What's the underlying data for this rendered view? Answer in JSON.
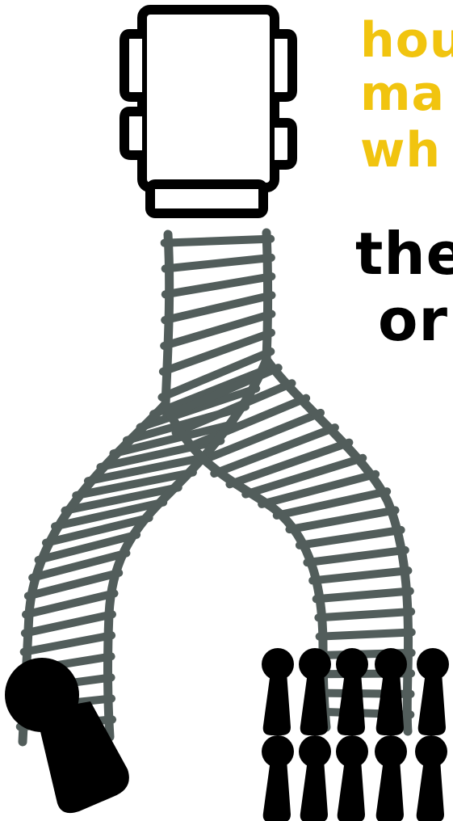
{
  "colors": {
    "question_text": "#f1c40f",
    "answer_text": "#000000",
    "track": "#525d5b",
    "ink": "#000000"
  },
  "question_lines": [
    "hou",
    "ma",
    "wh"
  ],
  "answer_lines": [
    "the",
    "or"
  ],
  "scene": {
    "elements": [
      "trolley",
      "split-track",
      "lone-figure",
      "group-of-figures"
    ],
    "group_figure_count": 10
  }
}
